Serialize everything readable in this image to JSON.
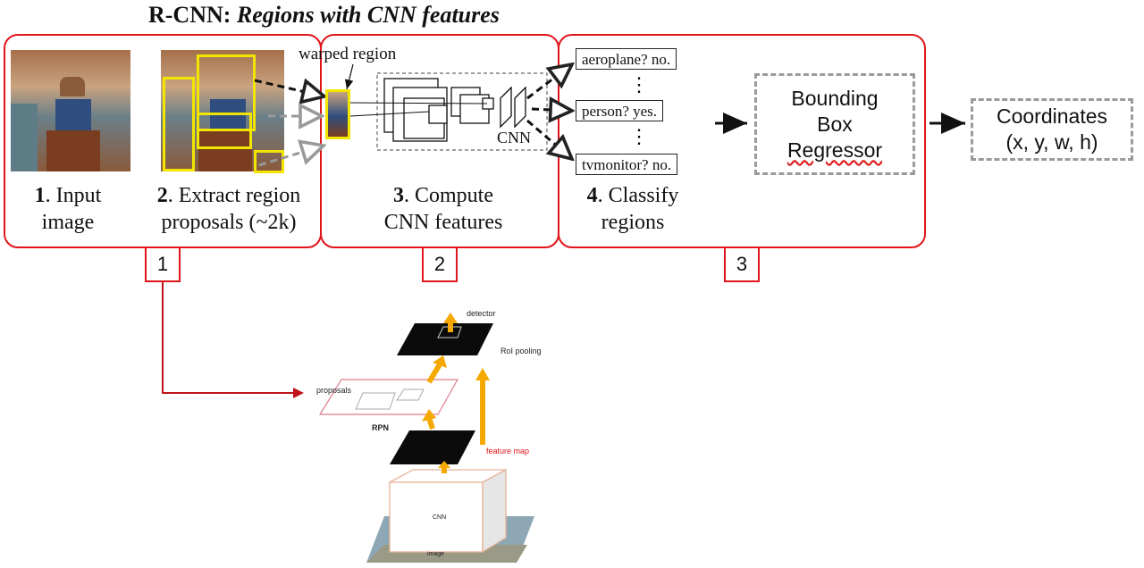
{
  "title": {
    "bold": "R-CNN:",
    "italic": "Regions with CNN features"
  },
  "stages": [
    {
      "steps": [
        {
          "num": "1",
          "label": ". Input",
          "line2": "image"
        },
        {
          "num": "2",
          "label": ". Extract region",
          "line2": "proposals (~2k)"
        }
      ],
      "marker": "1"
    },
    {
      "steps": [
        {
          "num": "3",
          "label": ". Compute",
          "line2": "CNN features"
        }
      ],
      "marker": "2"
    },
    {
      "steps": [
        {
          "num": "4",
          "label": ". Classify",
          "line2": "regions"
        }
      ],
      "marker": "3"
    }
  ],
  "warped_region_label": "warped region",
  "cnn_label": "CNN",
  "classes": [
    "aeroplane? no.",
    "person? yes.",
    "tvmonitor? no."
  ],
  "dots": "⋮",
  "regressor": {
    "line1": "Bounding",
    "line2": "Box",
    "line3": "Regressor"
  },
  "output": {
    "line1": "Coordinates",
    "line2": "(x, y, w, h)"
  },
  "faster_rcnn": {
    "detector": "detector",
    "roi_pooling": "RoI pooling",
    "proposals": "proposals",
    "rpn": "RPN",
    "feature_map": "feature map",
    "cnn": "CNN",
    "image": "image"
  },
  "colors": {
    "stage_border": "#e0151b",
    "arrow_orange": "#f5a800",
    "dashed_gray": "#9a9a9a",
    "feature_map_red": "#e0151b"
  },
  "icons": [
    "photo-thumbnail",
    "arrow-right",
    "dashed-arrow"
  ]
}
